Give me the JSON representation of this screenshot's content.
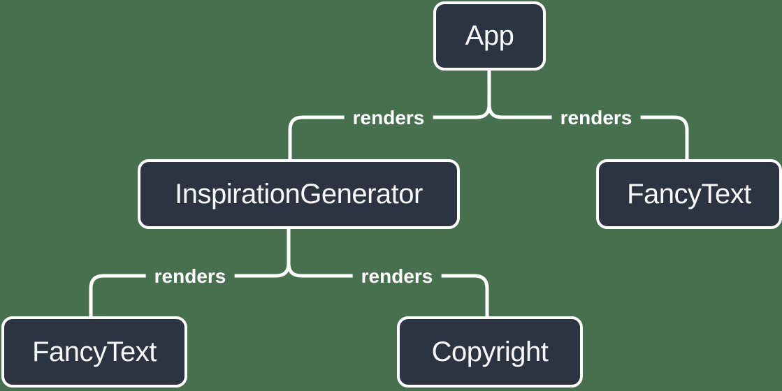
{
  "colors": {
    "background": "#47714E",
    "node_fill": "#2B3440",
    "node_border": "#FFFFFF",
    "edge_line": "#FFFFFF",
    "node_text": "#F6F7F9",
    "edge_label_text": "#FFFFFF"
  },
  "nodes": {
    "app": {
      "label": "App"
    },
    "inspiration_generator": {
      "label": "InspirationGenerator"
    },
    "fancy_text_top": {
      "label": "FancyText"
    },
    "fancy_text_bottom": {
      "label": "FancyText"
    },
    "copyright": {
      "label": "Copyright"
    }
  },
  "edges": {
    "app_to_inspiration_generator": {
      "label": "renders"
    },
    "app_to_fancy_text": {
      "label": "renders"
    },
    "inspiration_generator_to_fancy_text": {
      "label": "renders"
    },
    "inspiration_generator_to_copyright": {
      "label": "renders"
    }
  }
}
